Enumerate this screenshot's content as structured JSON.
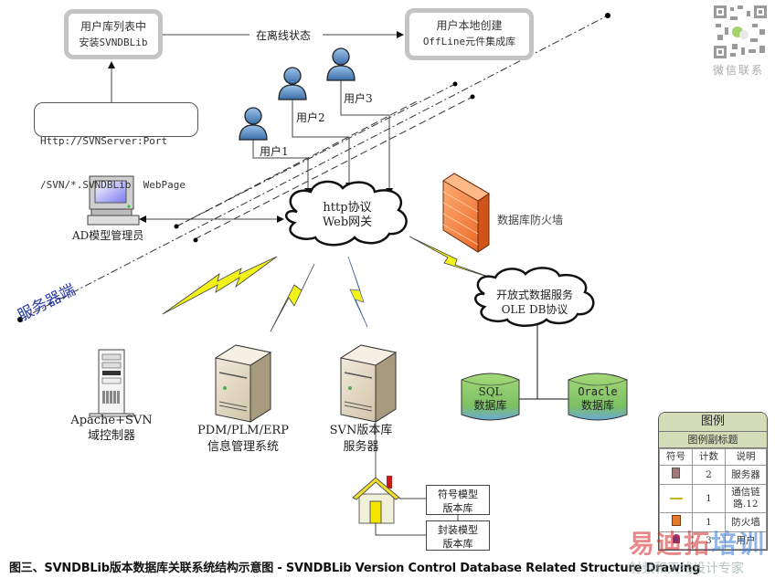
{
  "diagram": {
    "top_left_box": {
      "line1": "用户库列表中",
      "line2": "安装SVNDBLib"
    },
    "top_right_box": {
      "line1": "用户本地创建",
      "line2": "OffLine元件集成库"
    },
    "offline_label": "在离线状态",
    "url_box": {
      "line1": "Http://SVNServer:Port",
      "line2": "/SVN/*.SVNDBLib  WebPage"
    },
    "users": [
      {
        "label": "用户1"
      },
      {
        "label": "用户2"
      },
      {
        "label": "用户3"
      }
    ],
    "admin_label": "AD模型管理员",
    "gateway_cloud": {
      "line1": "http协议",
      "line2": "Web网关"
    },
    "firewall_label": "数据库防火墙",
    "db_service_cloud": {
      "line1": "开放式数据服务",
      "line2": "OLE DB协议"
    },
    "server_side_label": "服务器端",
    "servers": [
      {
        "line1": "Apache+SVN",
        "line2": "域控制器"
      },
      {
        "line1": "PDM/PLM/ERP",
        "line2": "信息管理系统"
      },
      {
        "line1": "SVN版本库",
        "line2": "服务器"
      }
    ],
    "databases": [
      {
        "line1": "SQL",
        "line2": "数据库"
      },
      {
        "line1": "Oracle",
        "line2": "数据库"
      }
    ],
    "repos": [
      {
        "line1": "符号模型",
        "line2": "版本库"
      },
      {
        "line1": "封装模型",
        "line2": "版本库"
      }
    ]
  },
  "legend": {
    "title": "图例",
    "subtitle": "图例副标题",
    "headers": [
      "符号",
      "计数",
      "说明"
    ],
    "rows": [
      {
        "icon": "server-icon",
        "count": "2",
        "desc": "服务器"
      },
      {
        "icon": "comm-link-icon",
        "count": "1",
        "desc": "通信链路.12"
      },
      {
        "icon": "firewall-icon",
        "count": "1",
        "desc": "防火墙"
      },
      {
        "icon": "user-icon",
        "count": "3",
        "desc": "用户"
      }
    ]
  },
  "qr": {
    "label": "微信联系"
  },
  "caption": "图三、SVNDBLib版本数据库关联系统结构示意图 - SVNDBLib Version Control Database Related Structure Drawing",
  "watermark": {
    "line1a": "易迪拓",
    "line1b": "培训",
    "line2": "射频和天线设计专家"
  },
  "colors": {
    "server_side_text": "#2a3aa8",
    "user_blue": "#5b8fc9",
    "lightning_yellow": "#f2f21a",
    "db_green": "#8cc866",
    "firewall_orange": "#f07a30",
    "legend_header": "#d5dcb8",
    "watermark_red": "#d42a2a",
    "watermark_blue": "#3a7ad4"
  }
}
